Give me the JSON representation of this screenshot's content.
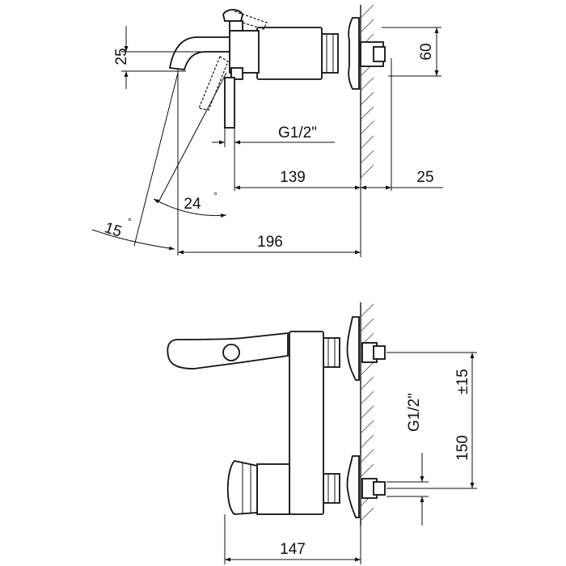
{
  "top_view": {
    "dim_height_25": "25",
    "dim_height_60": "60",
    "dim_thread": "G1/2\"",
    "dim_139": "139",
    "dim_25": "25",
    "angle_24": "24",
    "angle_15": "15",
    "degree_symbol": "°",
    "dim_196": "196"
  },
  "front_view": {
    "dim_thread": "G1/2\"",
    "dim_150": "150",
    "dim_tolerance": "±15",
    "dim_147": "147"
  },
  "colors": {
    "line": "#111111",
    "hatch": "#444444",
    "background": "#ffffff"
  }
}
